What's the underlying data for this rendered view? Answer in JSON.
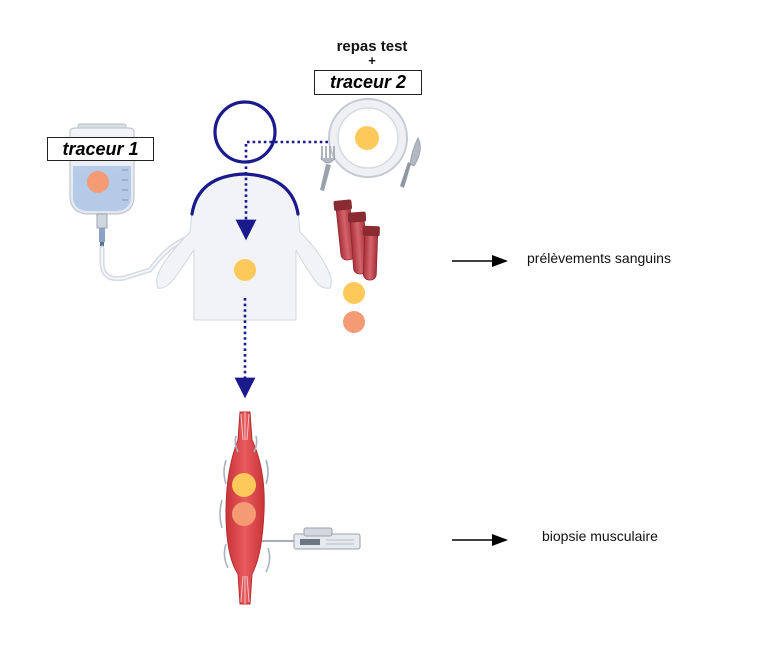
{
  "meal": {
    "title": "repas test",
    "plus": "+",
    "tracer_label": "traceur 2"
  },
  "iv_bag": {
    "tracer_label": "traceur 1"
  },
  "outputs": {
    "blood_samples_label": "prélèvements sanguins",
    "muscle_biopsy_label": "biopsie musculaire"
  },
  "colors": {
    "tracer_2": "#FDC95B",
    "tracer_1": "#F49A74",
    "body_outline": "#1A1A8C",
    "dotted_path": "#1A1A8C",
    "muscle": "#E0484B",
    "blood_tube": "#C0474F",
    "iv_fluid": "#AFC7E6"
  },
  "icons": [
    "iv-bag-icon",
    "plate-icon",
    "fork-icon",
    "knife-icon",
    "blood-tubes-icon",
    "muscle-icon",
    "biopsy-needle-icon",
    "arrow-right-icon"
  ]
}
